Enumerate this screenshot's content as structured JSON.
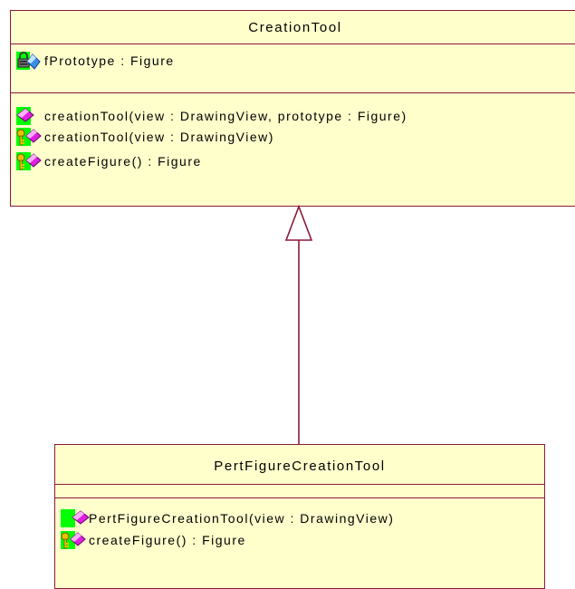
{
  "diagram": {
    "parent_class": {
      "name": "CreationTool",
      "attributes": [
        {
          "text": "fPrototype : Figure",
          "icon": "protected-attribute-icon"
        }
      ],
      "operations": [
        {
          "text": "creationTool(view : DrawingView, prototype : Figure)",
          "icon": "public-operation-icon"
        },
        {
          "text": "creationTool(view : DrawingView)",
          "icon": "protected-operation-icon"
        },
        {
          "text": "createFigure() : Figure",
          "icon": "protected-operation-icon"
        }
      ]
    },
    "child_class": {
      "name": "PertFigureCreationTool",
      "attributes": [],
      "operations": [
        {
          "text": "PertFigureCreationTool(view : DrawingView)",
          "icon": "public-operation-icon"
        },
        {
          "text": "createFigure() : Figure",
          "icon": "protected-operation-icon"
        }
      ]
    },
    "relationship": "generalization",
    "colors": {
      "class_fill": "#ffffcc",
      "border": "#8b1a3a",
      "icon_highlight": "#00ff00",
      "operation_gem": "#e020e0",
      "key": "#e8c000"
    }
  }
}
